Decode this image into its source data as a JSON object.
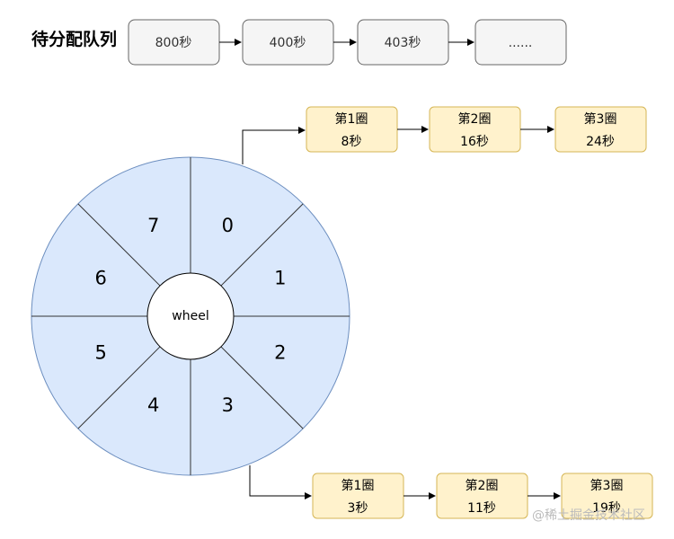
{
  "queue": {
    "title": "待分配队列",
    "items": [
      "800秒",
      "400秒",
      "403秒",
      "......"
    ]
  },
  "wheel": {
    "label": "wheel",
    "slots": [
      "0",
      "1",
      "2",
      "3",
      "4",
      "5",
      "6",
      "7"
    ],
    "fill": "#dae8fc",
    "stroke": "#6c8ebf"
  },
  "round_list_top": [
    {
      "round": "第1圈",
      "time": "8秒"
    },
    {
      "round": "第2圈",
      "time": "16秒"
    },
    {
      "round": "第3圈",
      "time": "24秒"
    }
  ],
  "round_list_bottom": [
    {
      "round": "第1圈",
      "time": "3秒"
    },
    {
      "round": "第2圈",
      "time": "11秒"
    },
    {
      "round": "第3圈",
      "time": "19秒"
    }
  ],
  "watermark": "@稀土掘金技术社区"
}
